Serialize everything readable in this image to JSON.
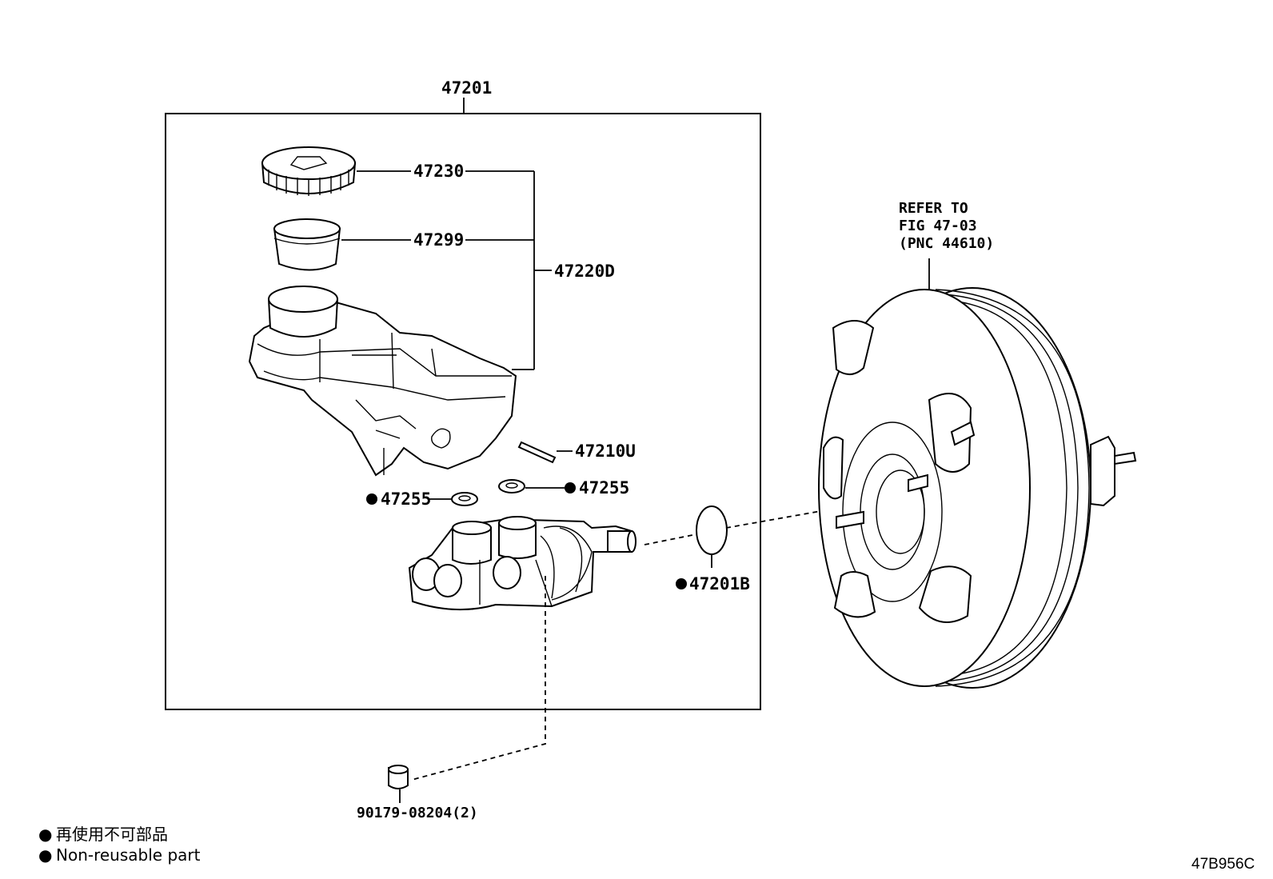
{
  "assembly": {
    "number": "47201"
  },
  "parts": {
    "cap": "47230",
    "strainer": "47299",
    "reservoir_sub_assy": "47220D",
    "pin": "47210U",
    "grommet_left": "47255",
    "grommet_right": "47255",
    "o_ring": "47201B",
    "plug": "90179-08204(2)"
  },
  "booster_reference": {
    "line1": "REFER TO",
    "line2": "FIG 47-03",
    "line3": "(PNC 44610)"
  },
  "legend": {
    "bullet": "●",
    "japanese": "再使用不可部品",
    "english": "Non-reusable part"
  },
  "illustration_code": "47B956C"
}
